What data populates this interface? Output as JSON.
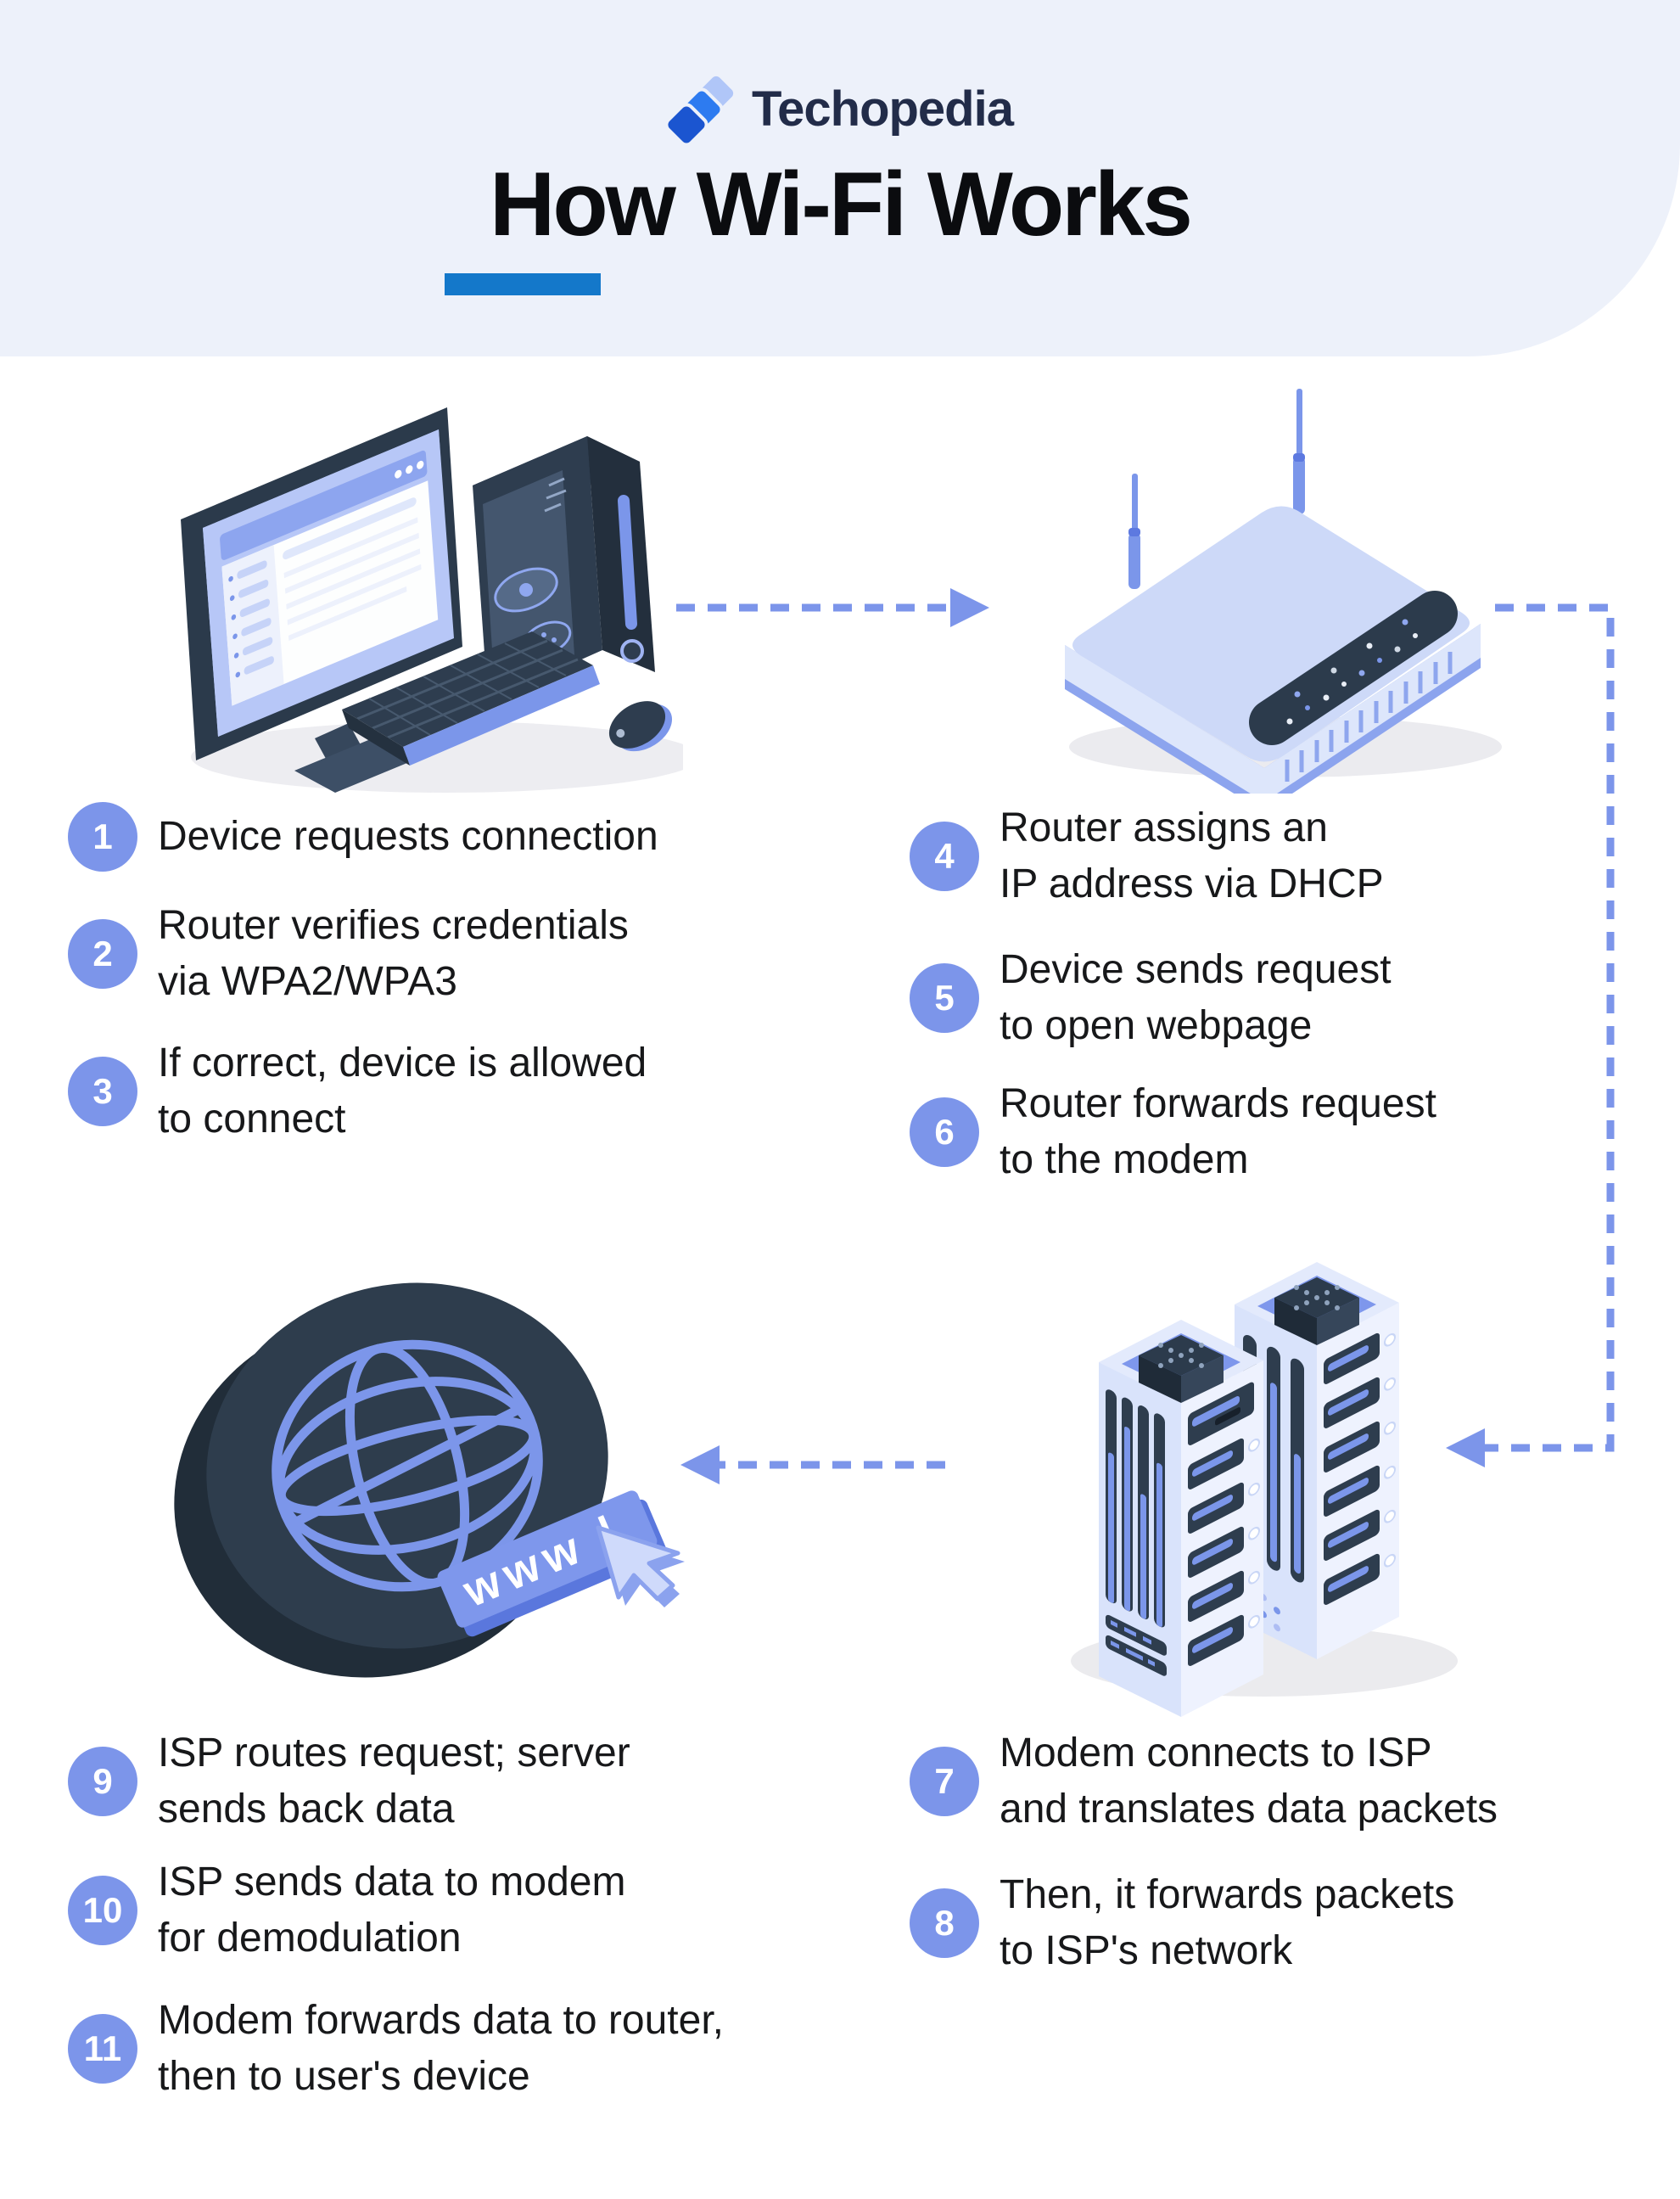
{
  "header": {
    "logo_text": "Techopedia",
    "title": "How Wi-Fi Works",
    "background": "#edf1fa",
    "underline_color": "#1478ca",
    "logo_colors": {
      "dark": "#1b55d0",
      "medium": "#2d7bf0",
      "light": "#b0c6f8",
      "wordmark": "#222c49"
    }
  },
  "palette": {
    "accent": "#7c95ea",
    "step_text": "#17181a",
    "illustration_dark": "#2e3d4e",
    "illustration_light": "#cdd9f8",
    "header_bg": "#edf1fa"
  },
  "illustrations": {
    "top_left": "desktop-computer",
    "top_right": "wifi-router",
    "bottom_left": "internet-globe-www-cursor",
    "bottom_right": "server-racks",
    "www_label": "www"
  },
  "arrows": [
    {
      "name": "device-to-router",
      "direction": "right"
    },
    {
      "name": "router-down-to-servers",
      "direction": "down-then-left"
    },
    {
      "name": "servers-to-internet",
      "direction": "left"
    }
  ],
  "steps": [
    {
      "number": "1",
      "line1": "Device requests connection",
      "line2": ""
    },
    {
      "number": "2",
      "line1": "Router verifies credentials",
      "line2": "via WPA2/WPA3"
    },
    {
      "number": "3",
      "line1": "If correct, device is allowed",
      "line2": "to connect"
    },
    {
      "number": "4",
      "line1": "Router assigns an",
      "line2": "IP address via DHCP"
    },
    {
      "number": "5",
      "line1": "Device sends request",
      "line2": "to open webpage"
    },
    {
      "number": "6",
      "line1": "Router forwards request",
      "line2": "to the modem"
    },
    {
      "number": "7",
      "line1": "Modem connects to ISP",
      "line2": "and translates data packets"
    },
    {
      "number": "8",
      "line1": "Then, it forwards packets",
      "line2": "to ISP's network"
    },
    {
      "number": "9",
      "line1": "ISP routes request; server",
      "line2": "sends back data"
    },
    {
      "number": "10",
      "line1": "ISP sends data to modem",
      "line2": "for demodulation"
    },
    {
      "number": "11",
      "line1": "Modem forwards data to router,",
      "line2": "then to user's device"
    }
  ]
}
